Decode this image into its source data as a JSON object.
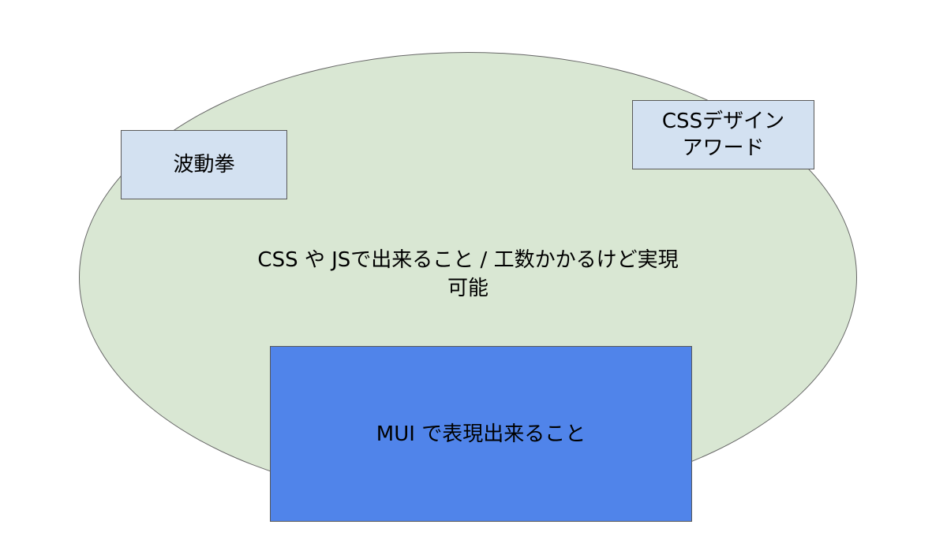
{
  "colors": {
    "ellipse_fill": "#d9e7d3",
    "light_box_fill": "#d3e1f1",
    "mui_box_fill": "#5084ea",
    "border": "#595959",
    "text": "#000000"
  },
  "diagram": {
    "ellipse_label": "CSS や JSで出来ること / 工数かかるけど実現\n可能",
    "hadouken_label": "波動拳",
    "award_label": "CSSデザイン\nアワード",
    "mui_label": "MUI で表現出来ること"
  }
}
